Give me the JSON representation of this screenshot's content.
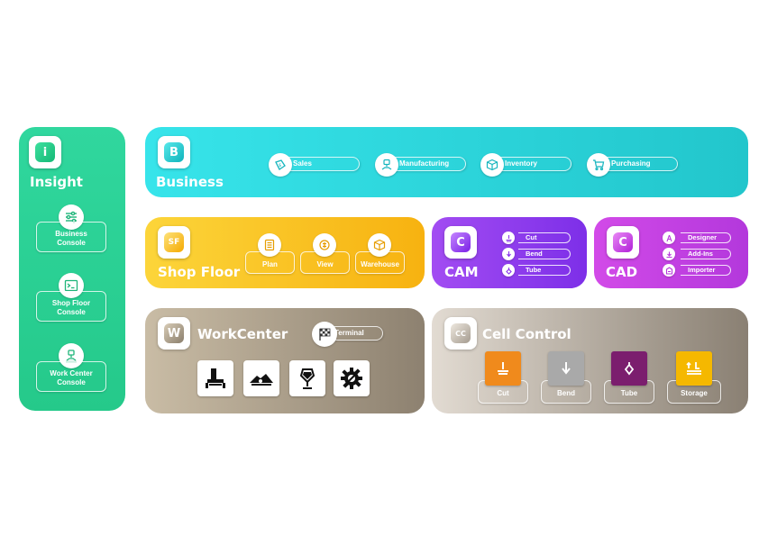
{
  "insight": {
    "badge": "i",
    "title": "Insight",
    "items": [
      {
        "label_line1": "Business",
        "label_line2": "Console",
        "icon": "sliders-icon"
      },
      {
        "label_line1": "Shop Floor",
        "label_line2": "Console",
        "icon": "terminal-icon"
      },
      {
        "label_line1": "Work Center",
        "label_line2": "Console",
        "icon": "machine-icon"
      }
    ]
  },
  "business": {
    "badge": "B",
    "title": "Business",
    "items": [
      {
        "label": "Sales",
        "icon": "sales-icon"
      },
      {
        "label": "Manufacturing",
        "icon": "manufacturing-icon"
      },
      {
        "label": "Inventory",
        "icon": "box-icon"
      },
      {
        "label": "Purchasing",
        "icon": "cart-icon"
      }
    ]
  },
  "shop_floor": {
    "badge": "SF",
    "title": "Shop Floor",
    "items": [
      {
        "label": "Plan",
        "icon": "plan-icon"
      },
      {
        "label": "View",
        "icon": "view-icon"
      },
      {
        "label": "Warehouse",
        "icon": "warehouse-icon"
      }
    ]
  },
  "cam": {
    "badge": "C",
    "title": "CAM",
    "items": [
      {
        "label": "Cut",
        "icon": "cut-icon"
      },
      {
        "label": "Bend",
        "icon": "bend-icon"
      },
      {
        "label": "Tube",
        "icon": "tube-icon"
      }
    ]
  },
  "cad": {
    "badge": "C",
    "title": "CAD",
    "items": [
      {
        "label": "Designer",
        "icon": "designer-icon"
      },
      {
        "label": "Add-Ins",
        "icon": "addins-icon"
      },
      {
        "label": "Importer",
        "icon": "importer-icon"
      }
    ]
  },
  "workcenter": {
    "badge": "W",
    "title": "WorkCenter",
    "terminal_label": "Terminal",
    "tools": [
      "laser-icon",
      "press-brake-icon",
      "tube-cutter-icon",
      "settings-gear-icon"
    ]
  },
  "cell_control": {
    "badge": "CC",
    "title": "Cell Control",
    "items": [
      {
        "label": "Cut",
        "color": "#f08a1c"
      },
      {
        "label": "Bend",
        "color": "#a9a9a9"
      },
      {
        "label": "Tube",
        "color": "#7b1e6e"
      },
      {
        "label": "Storage",
        "color": "#f5b800"
      }
    ]
  },
  "colors": {
    "insight_green": "#2fd39a",
    "business_cyan": "#2fd3d8",
    "shop_floor_yellow": "#fbbf1a",
    "cam_purple": "#8f3ef0",
    "cad_magenta": "#c33fe0",
    "workcenter_taupe": "#a69985",
    "cell_gray": "#b3aaa0"
  }
}
